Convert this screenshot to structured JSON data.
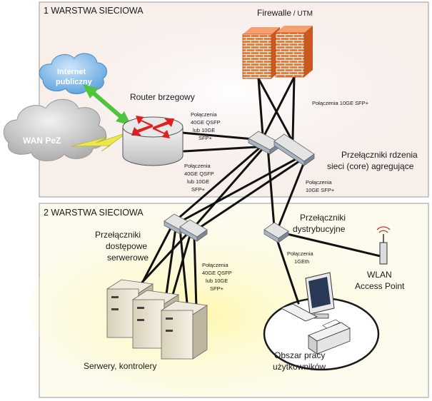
{
  "layers": {
    "layer1_title": "1 WARSTWA SIECIOWA",
    "layer2_title": "2 WARSTWA SIECIOWA"
  },
  "labels": {
    "firewall_main": "Firewalle",
    "firewall_sub": " / UTM",
    "router": "Router brzegowy",
    "internet_line1": "Internet",
    "internet_line2": "publiczny",
    "wan": "WAN PeZ",
    "conn_firewall": "Połączenia 10GE SFP+",
    "conn_router_top": [
      "Połączenia",
      "40GE QSFP",
      "lub 10GE",
      "SFP+"
    ],
    "conn_router_bottom": [
      "Połączenia",
      "40GE QSFP",
      "lub 10GE",
      "SFP+"
    ],
    "conn_core_right": [
      "Połączenia",
      "10GE SFP+"
    ],
    "core_switches": [
      "Przełączniki rdzenia",
      "sieci (core) agregujące"
    ],
    "access_switches": [
      "Przełączniki",
      "dostępowe",
      "serwerowe"
    ],
    "conn_servers": [
      "Połączenia",
      "40GE QSFP",
      "lub 10GE",
      "SFP+"
    ],
    "distribution_switches": [
      "Przełączniki",
      "dystrybucyjne"
    ],
    "conn_distribution": [
      "Połączenia",
      "1GEth"
    ],
    "wlan": [
      "WLAN",
      "Access Point"
    ],
    "servers": "Serwery, kontrolery",
    "workspace": [
      "Obszar pracy",
      "użytkowników"
    ]
  },
  "colors": {
    "layer1_bg": "#f8efeb",
    "layer2_bg": "#fbf8e0",
    "firewall": "#f07a3a",
    "cloud_internet": "#7fb8e6",
    "cloud_wan": "#bcbcbc",
    "link_internet": "#4fc43c",
    "link_wan": "#e6e64a"
  }
}
